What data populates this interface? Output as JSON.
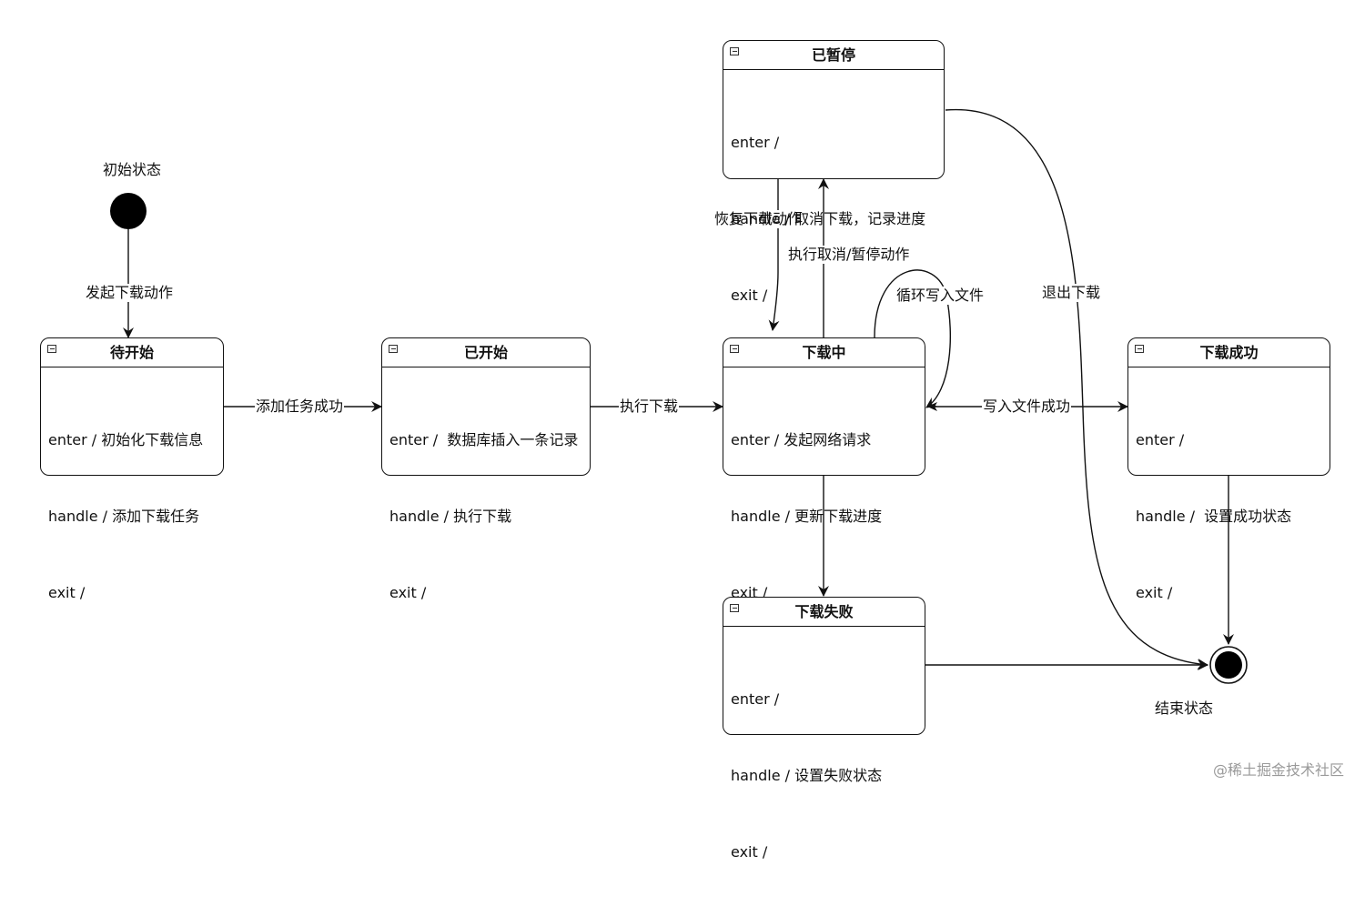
{
  "initial_label": "初始状态",
  "final_label": "结束状态",
  "states": {
    "waiting": {
      "title": "待开始",
      "lines": [
        "enter / 初始化下载信息",
        "handle / 添加下载任务",
        "exit /"
      ]
    },
    "started": {
      "title": "已开始",
      "lines": [
        "enter /  数据库插入一条记录",
        "handle / 执行下载",
        "exit /"
      ]
    },
    "downloading": {
      "title": "下载中",
      "lines": [
        "enter / 发起网络请求",
        "handle / 更新下载进度",
        "exit /"
      ]
    },
    "paused": {
      "title": "已暂停",
      "lines": [
        "enter /",
        "handle / 取消下载，记录进度",
        "exit /"
      ]
    },
    "success": {
      "title": "下载成功",
      "lines": [
        "enter /",
        "handle /  设置成功状态",
        "exit /"
      ]
    },
    "failed": {
      "title": "下载失败",
      "lines": [
        "enter /",
        "handle / 设置失败状态",
        "exit /"
      ]
    }
  },
  "transitions": {
    "start_download": "发起下载动作",
    "task_added": "添加任务成功",
    "execute_download": "执行下载",
    "resume": "恢复下载动作",
    "cancel_pause": "执行取消/暂停动作",
    "loop_write": "循环写入文件",
    "exit_download": "退出下载",
    "write_success": "写入文件成功"
  },
  "watermark": "@稀土掘金技术社区"
}
